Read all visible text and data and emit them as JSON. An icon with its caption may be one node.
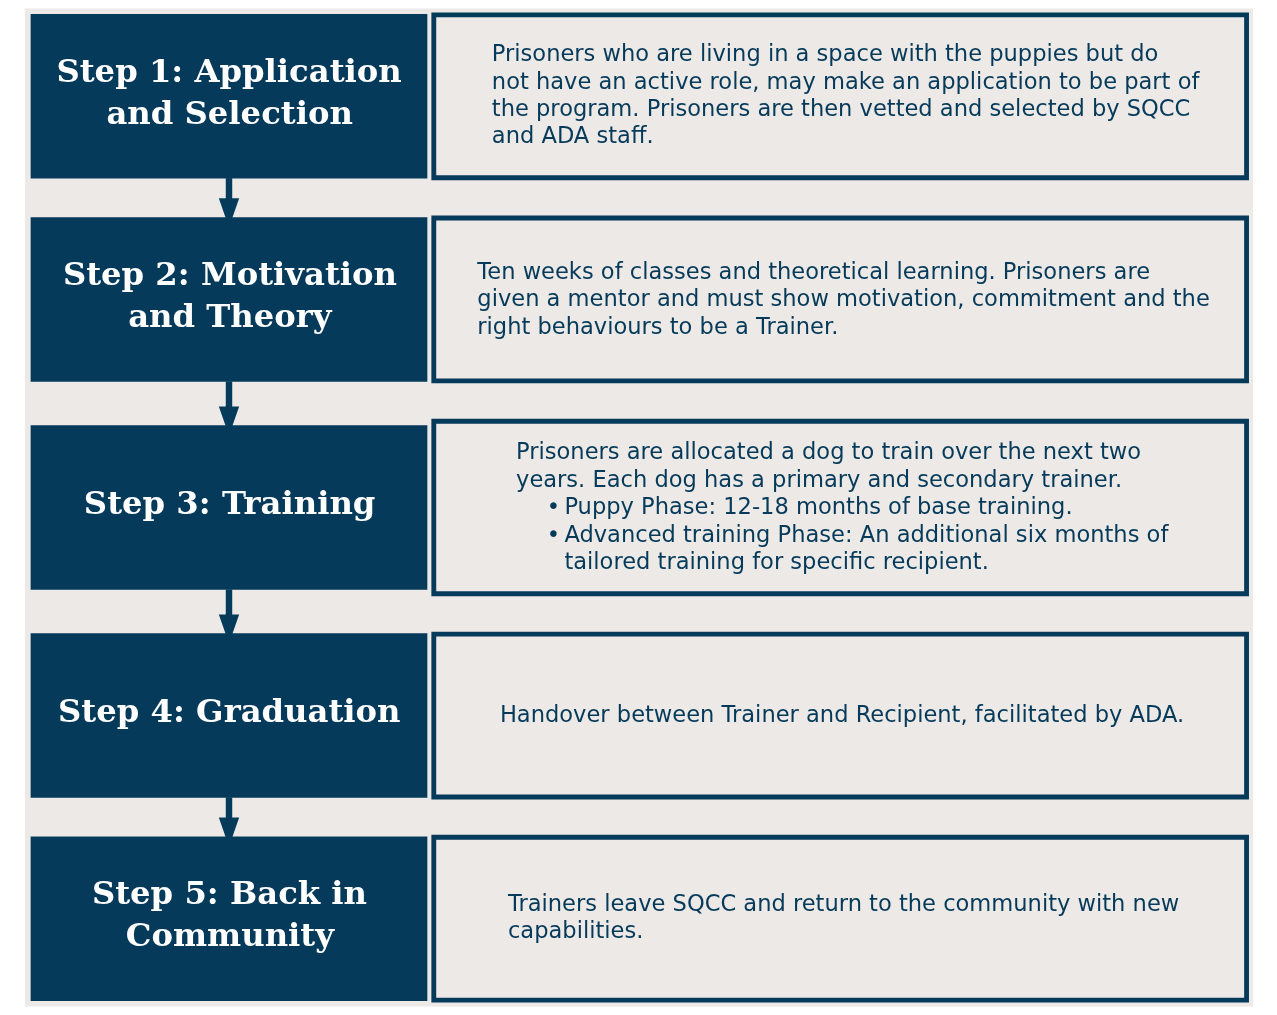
{
  "diagram": {
    "nodes": [
      {
        "text": [
          "Step 1: Application and Selection"
        ]
      },
      {
        "text": [
          "Prisoners who are living in a space with the puppies but do not have an active role, may make an application to be part of the program. Prisoners are then vetted and selected by SQCC and ADA staff."
        ]
      },
      {
        "text": [
          "Step 2: Motivation and Theory"
        ]
      },
      {
        "text": [
          "Ten weeks of classes and theoretical learning. Prisoners are given a mentor and must show motivation, commitment and the right behaviours to be a Trainer."
        ]
      },
      {
        "text": [
          "Step 3: Training"
        ]
      },
      {
        "text": [
          "Prisoners are allocated a dog to train over the next two years. Each dog has a primary and secondary trainer.",
          "• Puppy Phase: 12-18 months of base training.",
          "• Advanced training Phase: An additional six months of tailored training for specific recipient."
        ]
      },
      {
        "text": [
          "Step 4: Graduation"
        ]
      },
      {
        "text": [
          "Handover between Trainer and Recipient, facilitated by ADA."
        ]
      },
      {
        "text": [
          "Step 5: Back in Community"
        ]
      },
      {
        "text": [
          "Trainers leave SQCC and return to the community with new capabilities."
        ]
      }
    ],
    "edges": [
      {
        "from": 0,
        "to": 2,
        "arrow": "to"
      },
      {
        "from": 2,
        "to": 4,
        "arrow": "to"
      },
      {
        "from": 4,
        "to": 6,
        "arrow": "to"
      },
      {
        "from": 6,
        "to": 8,
        "arrow": "to"
      }
    ]
  }
}
